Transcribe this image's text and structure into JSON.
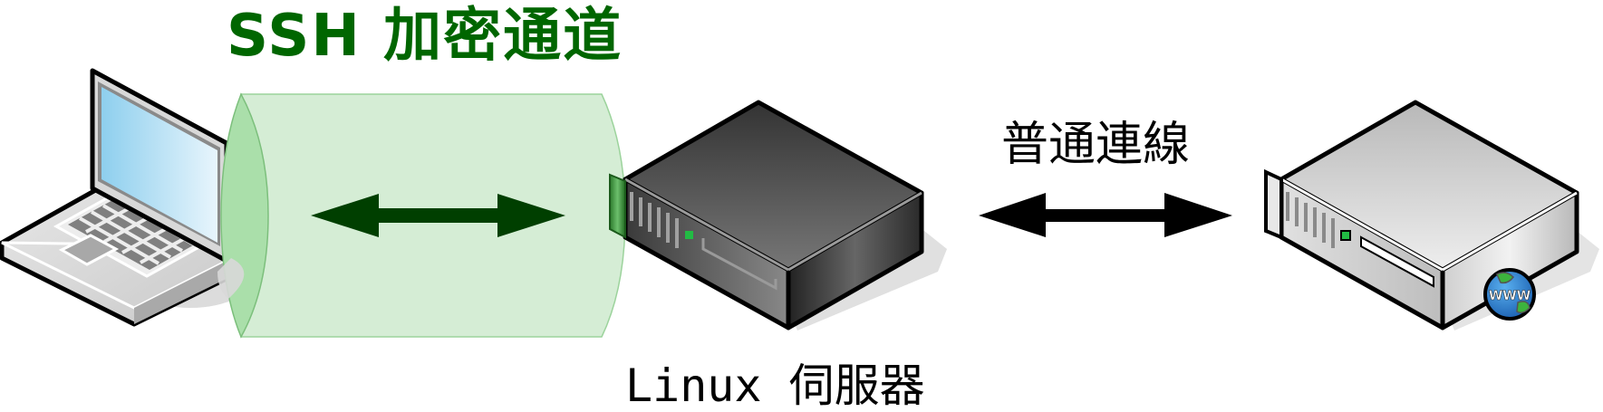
{
  "diagram": {
    "title": "SSH 加密通道",
    "nodes": [
      {
        "id": "client",
        "type": "laptop",
        "label": ""
      },
      {
        "id": "linux_server",
        "type": "server-dark",
        "label": "Linux 伺服器"
      },
      {
        "id": "web_server",
        "type": "server-light",
        "label": "",
        "badge": "WWW"
      }
    ],
    "edges": [
      {
        "from": "client",
        "to": "linux_server",
        "style": "bidirectional-arrow",
        "medium": "encrypted-tunnel",
        "label": "SSH 加密通道"
      },
      {
        "from": "linux_server",
        "to": "web_server",
        "style": "bidirectional-arrow",
        "label": "普通連線"
      }
    ],
    "labels": {
      "tunnel_title": "SSH 加密通道",
      "plain_connection": "普通連線",
      "linux_server": "Linux 伺服器",
      "globe_badge": "WWW"
    },
    "colors": {
      "title_green": "#006600",
      "tunnel_fill": "#d5edd5",
      "tunnel_end_fill": "#aadfaa",
      "tunnel_edge": "#88c888",
      "tunnel_arrow": "#003f00",
      "plain_arrow": "#000000",
      "dark_server_top": "#4a4a4a",
      "light_server_top": "#d0d0d0",
      "laptop_screen": "#9fd6f0",
      "led_green": "#22bb44"
    }
  }
}
